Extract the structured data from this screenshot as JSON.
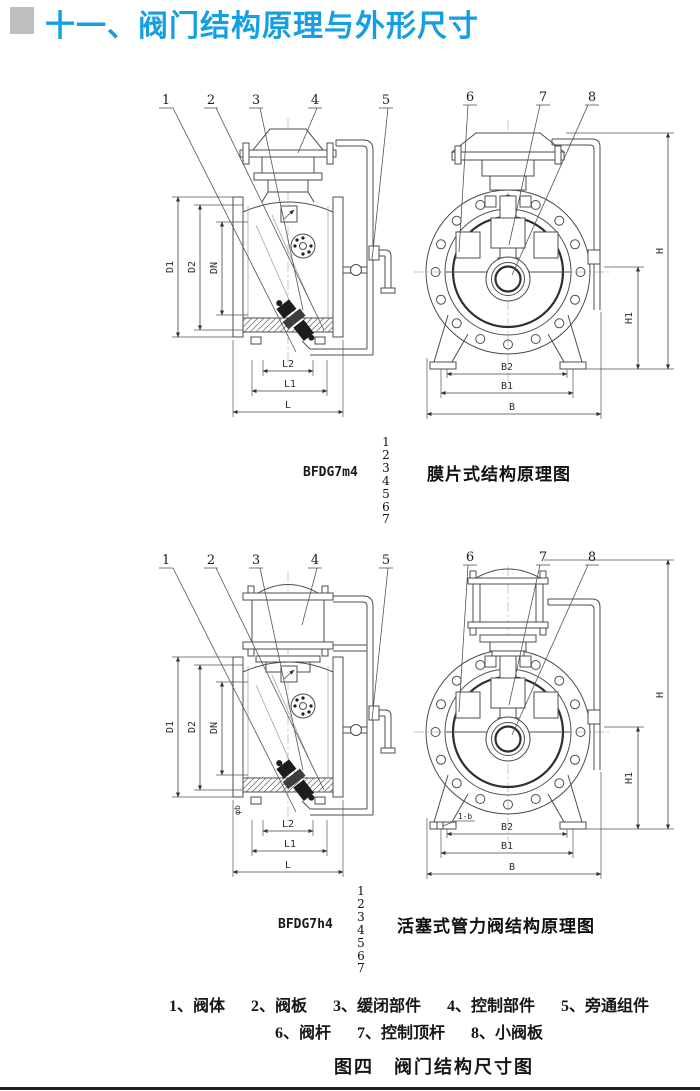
{
  "page": {
    "title": "十一、阀门结构原理与外形尺寸",
    "caption": "图四　阀门结构尺寸图"
  },
  "callout_column": "1\n2\n3\n4\n5\n6\n7",
  "figure1": {
    "model": "BFDG7m4",
    "name": "膜片式结构原理图"
  },
  "figure2": {
    "model": "BFDG7h4",
    "name": "活塞式管力阀结构原理图"
  },
  "callouts": {
    "c1": "1",
    "c2": "2",
    "c3": "3",
    "c4": "4",
    "c5": "5",
    "c6": "6",
    "c7": "7",
    "c8": "8"
  },
  "dims": {
    "d1": "D1",
    "d2": "D2",
    "dn": "DN",
    "l2": "L2",
    "l1": "L1",
    "l": "L",
    "b2": "B2",
    "b1": "B1",
    "b": "B",
    "h": "H",
    "h1": "H1",
    "foot_hole": "1-b",
    "bolt_note": "φb"
  },
  "legend": {
    "items_row1": [
      "1、阀体",
      "2、阀板",
      "3、缓闭部件",
      "4、控制部件",
      "5、旁通组件"
    ],
    "items_row2": [
      "6、阀杆",
      "7、控制顶杆",
      "8、小阀板"
    ]
  },
  "colors": {
    "title_blue": "#159fe3",
    "accent_bar_gray": "#bfbfbf",
    "drawing_line": "#4d4d4d"
  }
}
